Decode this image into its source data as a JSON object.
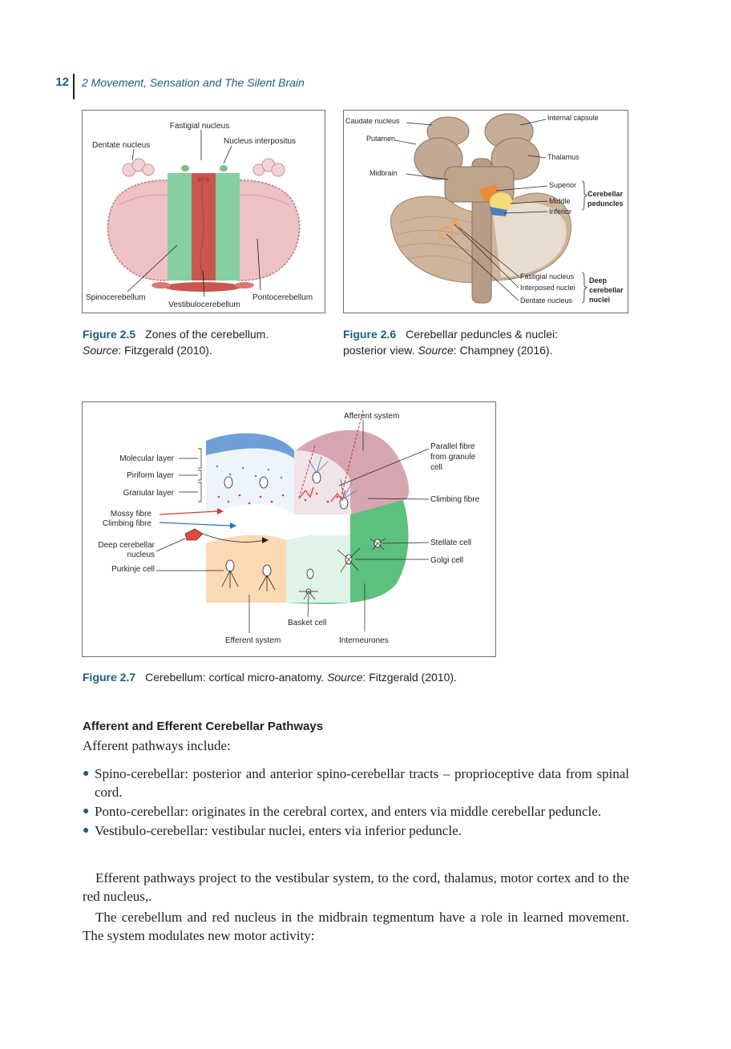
{
  "header": {
    "page_number": "12",
    "chapter_title": "2 Movement, Sensation and The Silent Brain"
  },
  "figure_2_5": {
    "labels": {
      "fastigial": "Fastigial nucleus",
      "dentate": "Dentate nucleus",
      "interpositus": "Nucleus interpositus",
      "spinocerebellum": "Spinocerebellum",
      "vestibulocerebellum": "Vestibulocerebellum",
      "pontocerebellum": "Pontocerebellum"
    },
    "caption_label": "Figure 2.5",
    "caption_text": "Zones of the cerebellum.",
    "caption_source_word": "Source",
    "caption_source_rest": ": Fitzgerald (2010)."
  },
  "figure_2_6": {
    "labels": {
      "caudate": "Caudate nucleus",
      "putamen": "Putamen",
      "midbrain": "Midbrain",
      "internal_capsule": "Internal capsule",
      "thalamus": "Thalamus",
      "superior": "Superior",
      "middle": "Middle",
      "inferior": "Inferior",
      "peduncles_1": "Cerebellar",
      "peduncles_2": "peduncles",
      "fastigial": "Fastigial nucleus",
      "interposed": "Interposed nuclei",
      "dentate": "Dentate nucleus",
      "deep_1": "Deep",
      "deep_2": "cerebellar",
      "deep_3": "nuclei"
    },
    "caption_label": "Figure 2.6",
    "caption_text": "Cerebellar peduncles & nuclei:",
    "caption_line2": "posterior view.",
    "caption_source_word": "Source",
    "caption_source_rest": ": Champney (2016)."
  },
  "figure_2_7": {
    "labels": {
      "afferent_system": "Afferent system",
      "molecular_layer": "Molecular layer",
      "piriform_layer": "Piriform layer",
      "granular_layer": "Granular layer",
      "mossy_fibre": "Mossy fibre",
      "climbing_fibre_left": "Climbing fibre",
      "deep_nucleus_1": "Deep cerebellar",
      "deep_nucleus_2": "nucleus",
      "purkinje_cell": "Purkinje cell",
      "parallel_1": "Parallel fibre",
      "parallel_2": "from granule",
      "parallel_3": "cell",
      "climbing_fibre_right": "Climbing fibre",
      "stellate_cell": "Stellate cell",
      "golgi_cell": "Golgi cell",
      "basket_cell": "Basket cell",
      "efferent_system": "Efferent system",
      "interneurones": "Interneurones"
    },
    "caption_label": "Figure 2.7",
    "caption_text": "Cerebellum: cortical micro-anatomy.",
    "caption_source_word": "Source",
    "caption_source_rest": ": Fitzgerald (2010)."
  },
  "section": {
    "heading": "Afferent and Efferent Cerebellar Pathways",
    "intro": "Afferent pathways include:",
    "bullets": [
      "Spino-cerebellar: posterior and anterior spino-cerebellar tracts – proprioceptive data from spinal cord.",
      "Ponto-cerebellar: originates in the cerebral cortex, and enters via middle cerebellar peduncle.",
      "Vestibulo-cerebellar: vestibular nuclei, enters via inferior peduncle."
    ],
    "para1": "Efferent pathways project to the vestibular system, to the cord, thalamus, motor cortex and to the red nucleus,.",
    "para2": "The cerebellum and red nucleus in the midbrain tegmentum have a role in learned movement. The system modulates new motor activity:"
  },
  "colors": {
    "accent": "#1b5e7e",
    "spino_green": "#86cfa0",
    "vermis_red": "#c9574e",
    "hemisphere_pink": "#eec1c5"
  }
}
